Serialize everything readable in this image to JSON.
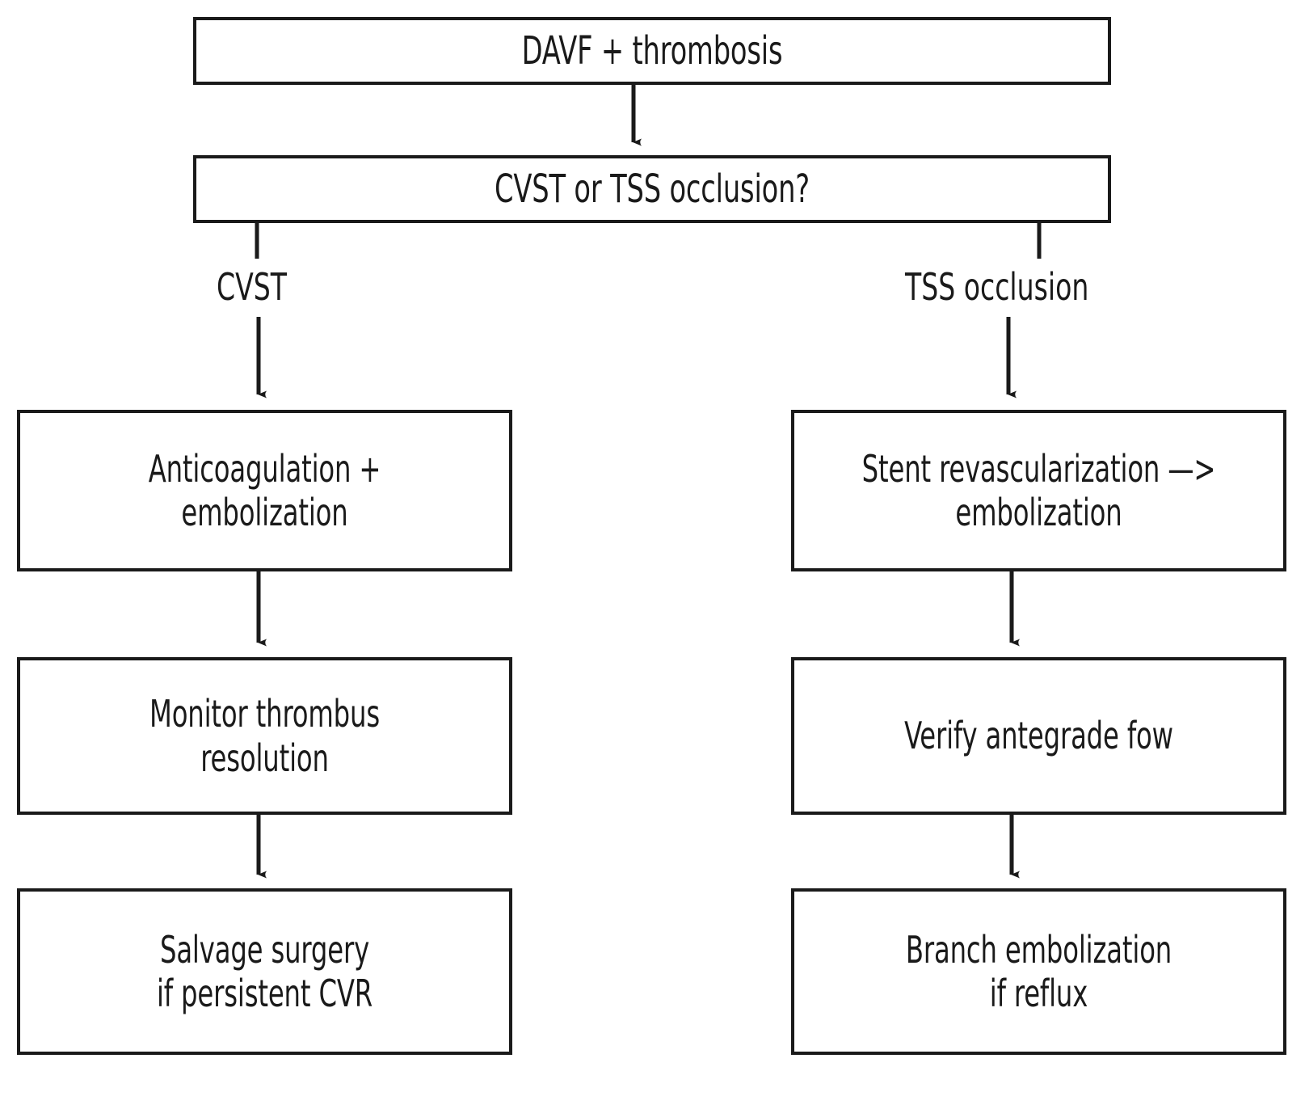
{
  "figure": {
    "type": "flowchart",
    "orientation": "top-down",
    "background_color": "#ffffff",
    "line_color": "#1a1a1a",
    "text_color": "#1a1a1a"
  },
  "nodes": {
    "root": {
      "id": "root",
      "label": "DAVF + thrombosis"
    },
    "decision": {
      "id": "decision",
      "label": "CVST or TSS occlusion?"
    },
    "left": [
      {
        "id": "l1",
        "label": "Anticoagulation +\nembolization"
      },
      {
        "id": "l2",
        "label": "Monitor thrombus\nresolution"
      },
      {
        "id": "l3",
        "label": "Salvage surgery\nif persistent CVR"
      }
    ],
    "right": [
      {
        "id": "r1",
        "label": "Stent revascularization —>\nembolization"
      },
      {
        "id": "r2",
        "label": "Verify antegrade fow"
      },
      {
        "id": "r3",
        "label": "Branch embolization\nif reflux"
      }
    ]
  },
  "edge_labels": {
    "left_branch": "CVST",
    "right_branch": "TSS occlusion"
  },
  "edges": [
    {
      "from": "root",
      "to": "decision",
      "label": ""
    },
    {
      "from": "decision",
      "to": "l1",
      "label": "CVST"
    },
    {
      "from": "decision",
      "to": "r1",
      "label": "TSS occlusion"
    },
    {
      "from": "l1",
      "to": "l2",
      "label": ""
    },
    {
      "from": "l2",
      "to": "l3",
      "label": ""
    },
    {
      "from": "r1",
      "to": "r2",
      "label": ""
    },
    {
      "from": "r2",
      "to": "r3",
      "label": ""
    }
  ]
}
